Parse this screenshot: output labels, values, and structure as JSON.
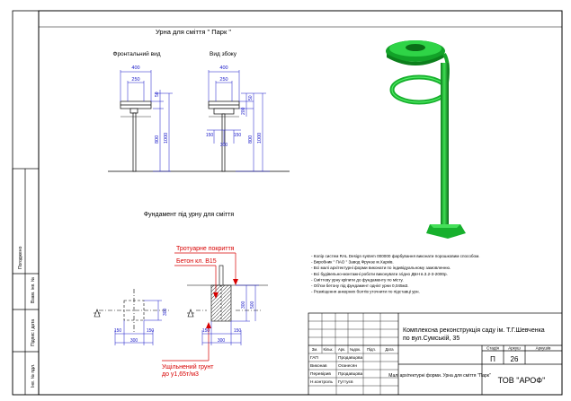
{
  "sheet": {
    "title": "Урна для сміття \" Парк \"",
    "view_front": "Фронтальний вид",
    "view_side": "Вид збоку",
    "foundation_title": "Фундамент під урну для сміття"
  },
  "dims": {
    "d400a": "400",
    "d250a": "250",
    "d400b": "400",
    "d250b": "250",
    "d50a": "50",
    "d50b": "50",
    "d200": "200",
    "d800a": "800",
    "d800b": "800",
    "d1000a": "1000",
    "d1000b": "1000",
    "d150a": "150",
    "d150b": "150",
    "d300a": "300",
    "f150a": "150",
    "f150b": "150",
    "f300": "300",
    "f300v": "300",
    "g150a": "150",
    "g150b": "150",
    "g300": "300",
    "g300v": "300",
    "g500": "500"
  },
  "foundation": {
    "surface": "Тротуарне покриття",
    "concrete": "Бетон кл. В15",
    "soil1": "Ущільнений грунт",
    "soil2": "до у1,65т/м3"
  },
  "notes": [
    "- Колір систем RAL Design system 000000 фарбування виконати порошковим способом.",
    "- Виробник \" ПАО \" Завод Фрунзе м.Харків.",
    "- Всі малі архітектурні форми виконати по індивідуальному замовленню.",
    "- Всі будівельно-монтажні роботи виконувати згідно ДБН в.3.2-3-2000р.",
    "- Сміттєву урну кріпити до фундаменту по місту.",
    "- Об'єм бетону під фундамент однієї урни 0,045м3.",
    "- Розміщення анкерних болтів уточнити по підставці урн."
  ],
  "frame_labels": {
    "agreed": "Погоджено",
    "inv_sign": "Взам. інв. №",
    "sign_date": "Підпис і дата",
    "inv_orig": "Інв. № пдл."
  },
  "stamp": {
    "project": "Комплексна реконструкція саду ім. Т.Г.Шевченка по вул.Сумській, 35",
    "col_zm": "Зм.",
    "col_qty": "Кільк.",
    "col_sheet": "Арк.",
    "col_doc": "№док.",
    "col_sign": "Підп.",
    "col_date": "Дата",
    "role1": "ГАП",
    "name1": "Продавцова",
    "role2": "Виконав",
    "name2": "Оганесян",
    "role3": "Перевірив",
    "name3": "Продавцова",
    "role4": "Н.контроль",
    "name4": "Гуттуєв",
    "stage_h": "Стадія",
    "sheet_h": "Аркуш",
    "sheets_h": "Аркушів",
    "stage": "П",
    "sheet": "26",
    "drawing_name": "Малі архітектурні форми. Урна для сміття \"Парк\"",
    "company": "ТОВ \"АРОФ\""
  },
  "colors": {
    "dim": "#1616c8",
    "red": "#d80000",
    "bin_green": "#16b02c"
  }
}
